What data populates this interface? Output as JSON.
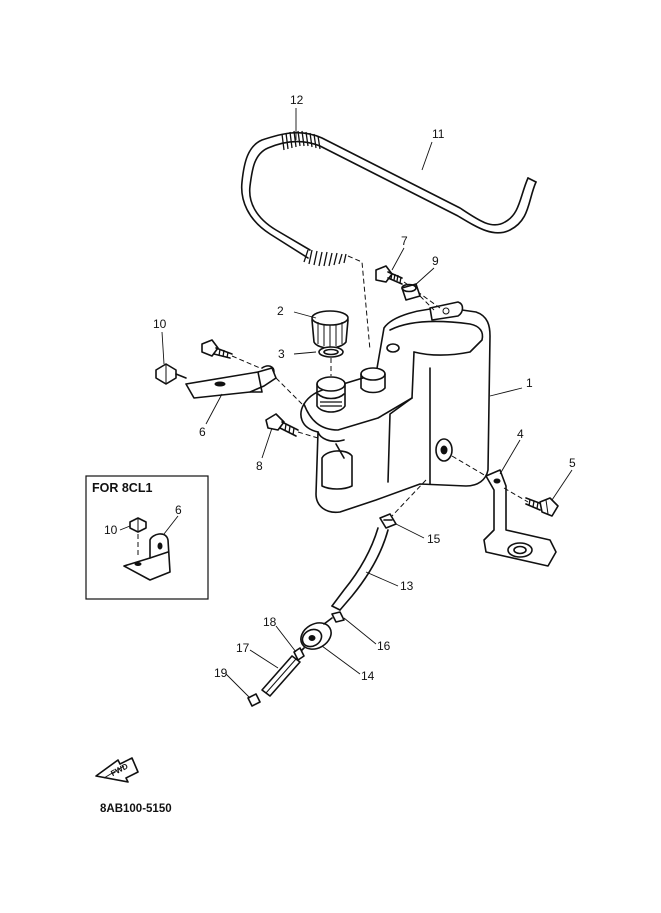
{
  "callouts": [
    {
      "id": "c1",
      "label": "1"
    },
    {
      "id": "c2",
      "label": "2"
    },
    {
      "id": "c3",
      "label": "3"
    },
    {
      "id": "c4",
      "label": "4"
    },
    {
      "id": "c5",
      "label": "5"
    },
    {
      "id": "c6",
      "label": "6"
    },
    {
      "id": "c7",
      "label": "7"
    },
    {
      "id": "c8",
      "label": "8"
    },
    {
      "id": "c9",
      "label": "9"
    },
    {
      "id": "c10",
      "label": "10"
    },
    {
      "id": "c11",
      "label": "11"
    },
    {
      "id": "c12",
      "label": "12"
    },
    {
      "id": "c13",
      "label": "13"
    },
    {
      "id": "c14",
      "label": "14"
    },
    {
      "id": "c15",
      "label": "15"
    },
    {
      "id": "c16",
      "label": "16"
    },
    {
      "id": "c17",
      "label": "17"
    },
    {
      "id": "c18",
      "label": "18"
    },
    {
      "id": "c19",
      "label": "19"
    }
  ],
  "inset": {
    "title": "FOR 8CL1",
    "callouts": [
      {
        "id": "i10",
        "label": "10"
      },
      {
        "id": "i6",
        "label": "6"
      }
    ]
  },
  "fwd_label": "FWD",
  "diagram_code": "8AB100-5150"
}
